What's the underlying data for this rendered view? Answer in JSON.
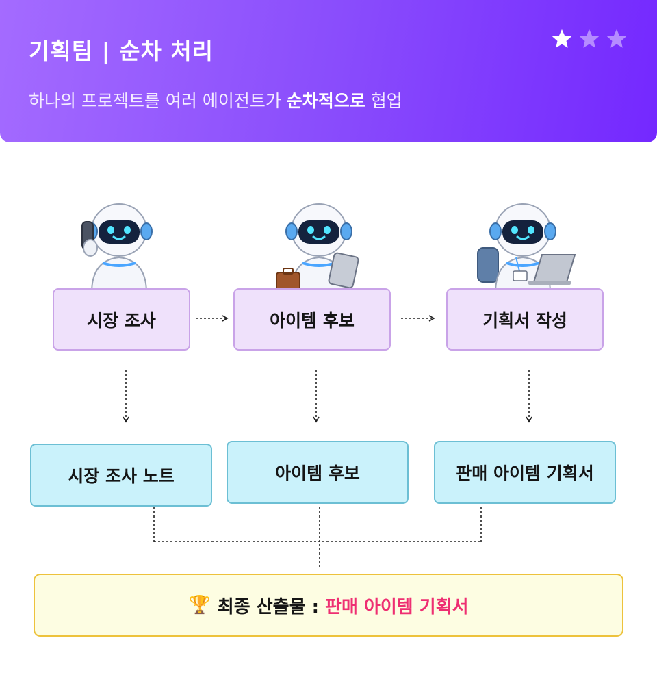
{
  "header": {
    "title": "기획팀 | 순차 처리",
    "subtitle_prefix": "하나의 프로젝트를 여러 에이전트가 ",
    "subtitle_bold": "순차적으로",
    "subtitle_suffix": " 협업",
    "rating": {
      "filled": 1,
      "total": 3
    },
    "gradient_colors": [
      "#a46bff",
      "#7428ff"
    ]
  },
  "agents": [
    {
      "label": "시장 조사",
      "robot": "robot-phone-icon"
    },
    {
      "label": "아이템 후보",
      "robot": "robot-tablet-briefcase-icon"
    },
    {
      "label": "기획서 작성",
      "robot": "robot-laptop-icon"
    }
  ],
  "outputs": [
    {
      "label": "시장 조사 노트"
    },
    {
      "label": "아이템 후보"
    },
    {
      "label": "판매 아이템 기획서"
    }
  ],
  "final": {
    "icon": "trophy-icon",
    "prefix": "최종 산출물 : ",
    "highlight": "판매 아이템 기획서",
    "highlight_color": "#ee2f72"
  },
  "colors": {
    "agent_fill": "#efe1fb",
    "agent_border": "#c9a3e8",
    "output_fill": "#caf2fb",
    "output_border": "#6cbfd4",
    "final_fill": "#fdfde2",
    "final_border": "#edc23c"
  }
}
